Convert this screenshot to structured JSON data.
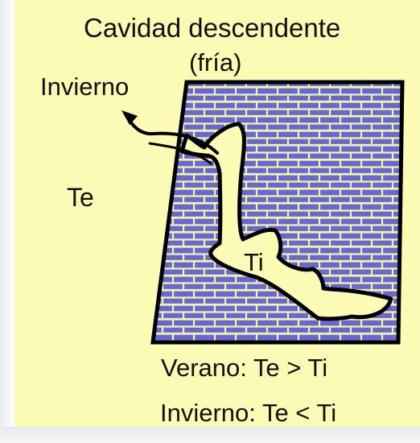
{
  "diagram": {
    "title": "Cavidad descendente",
    "subtitle": "(fría)",
    "winter_arrow_label": "Invierno",
    "exterior_temp": "Te",
    "interior_temp": "Ti",
    "summer_condition": "Verano: Te > Ti",
    "winter_condition": "Invierno: Te < Ti"
  },
  "colors": {
    "background": "#fcfbb6",
    "rock_fill": "#6869cf",
    "rock_lines": "#f5f3aa",
    "outline": "#000000",
    "text": "#111111"
  },
  "icons": {
    "air_flow": "curved-arrow-icon"
  }
}
